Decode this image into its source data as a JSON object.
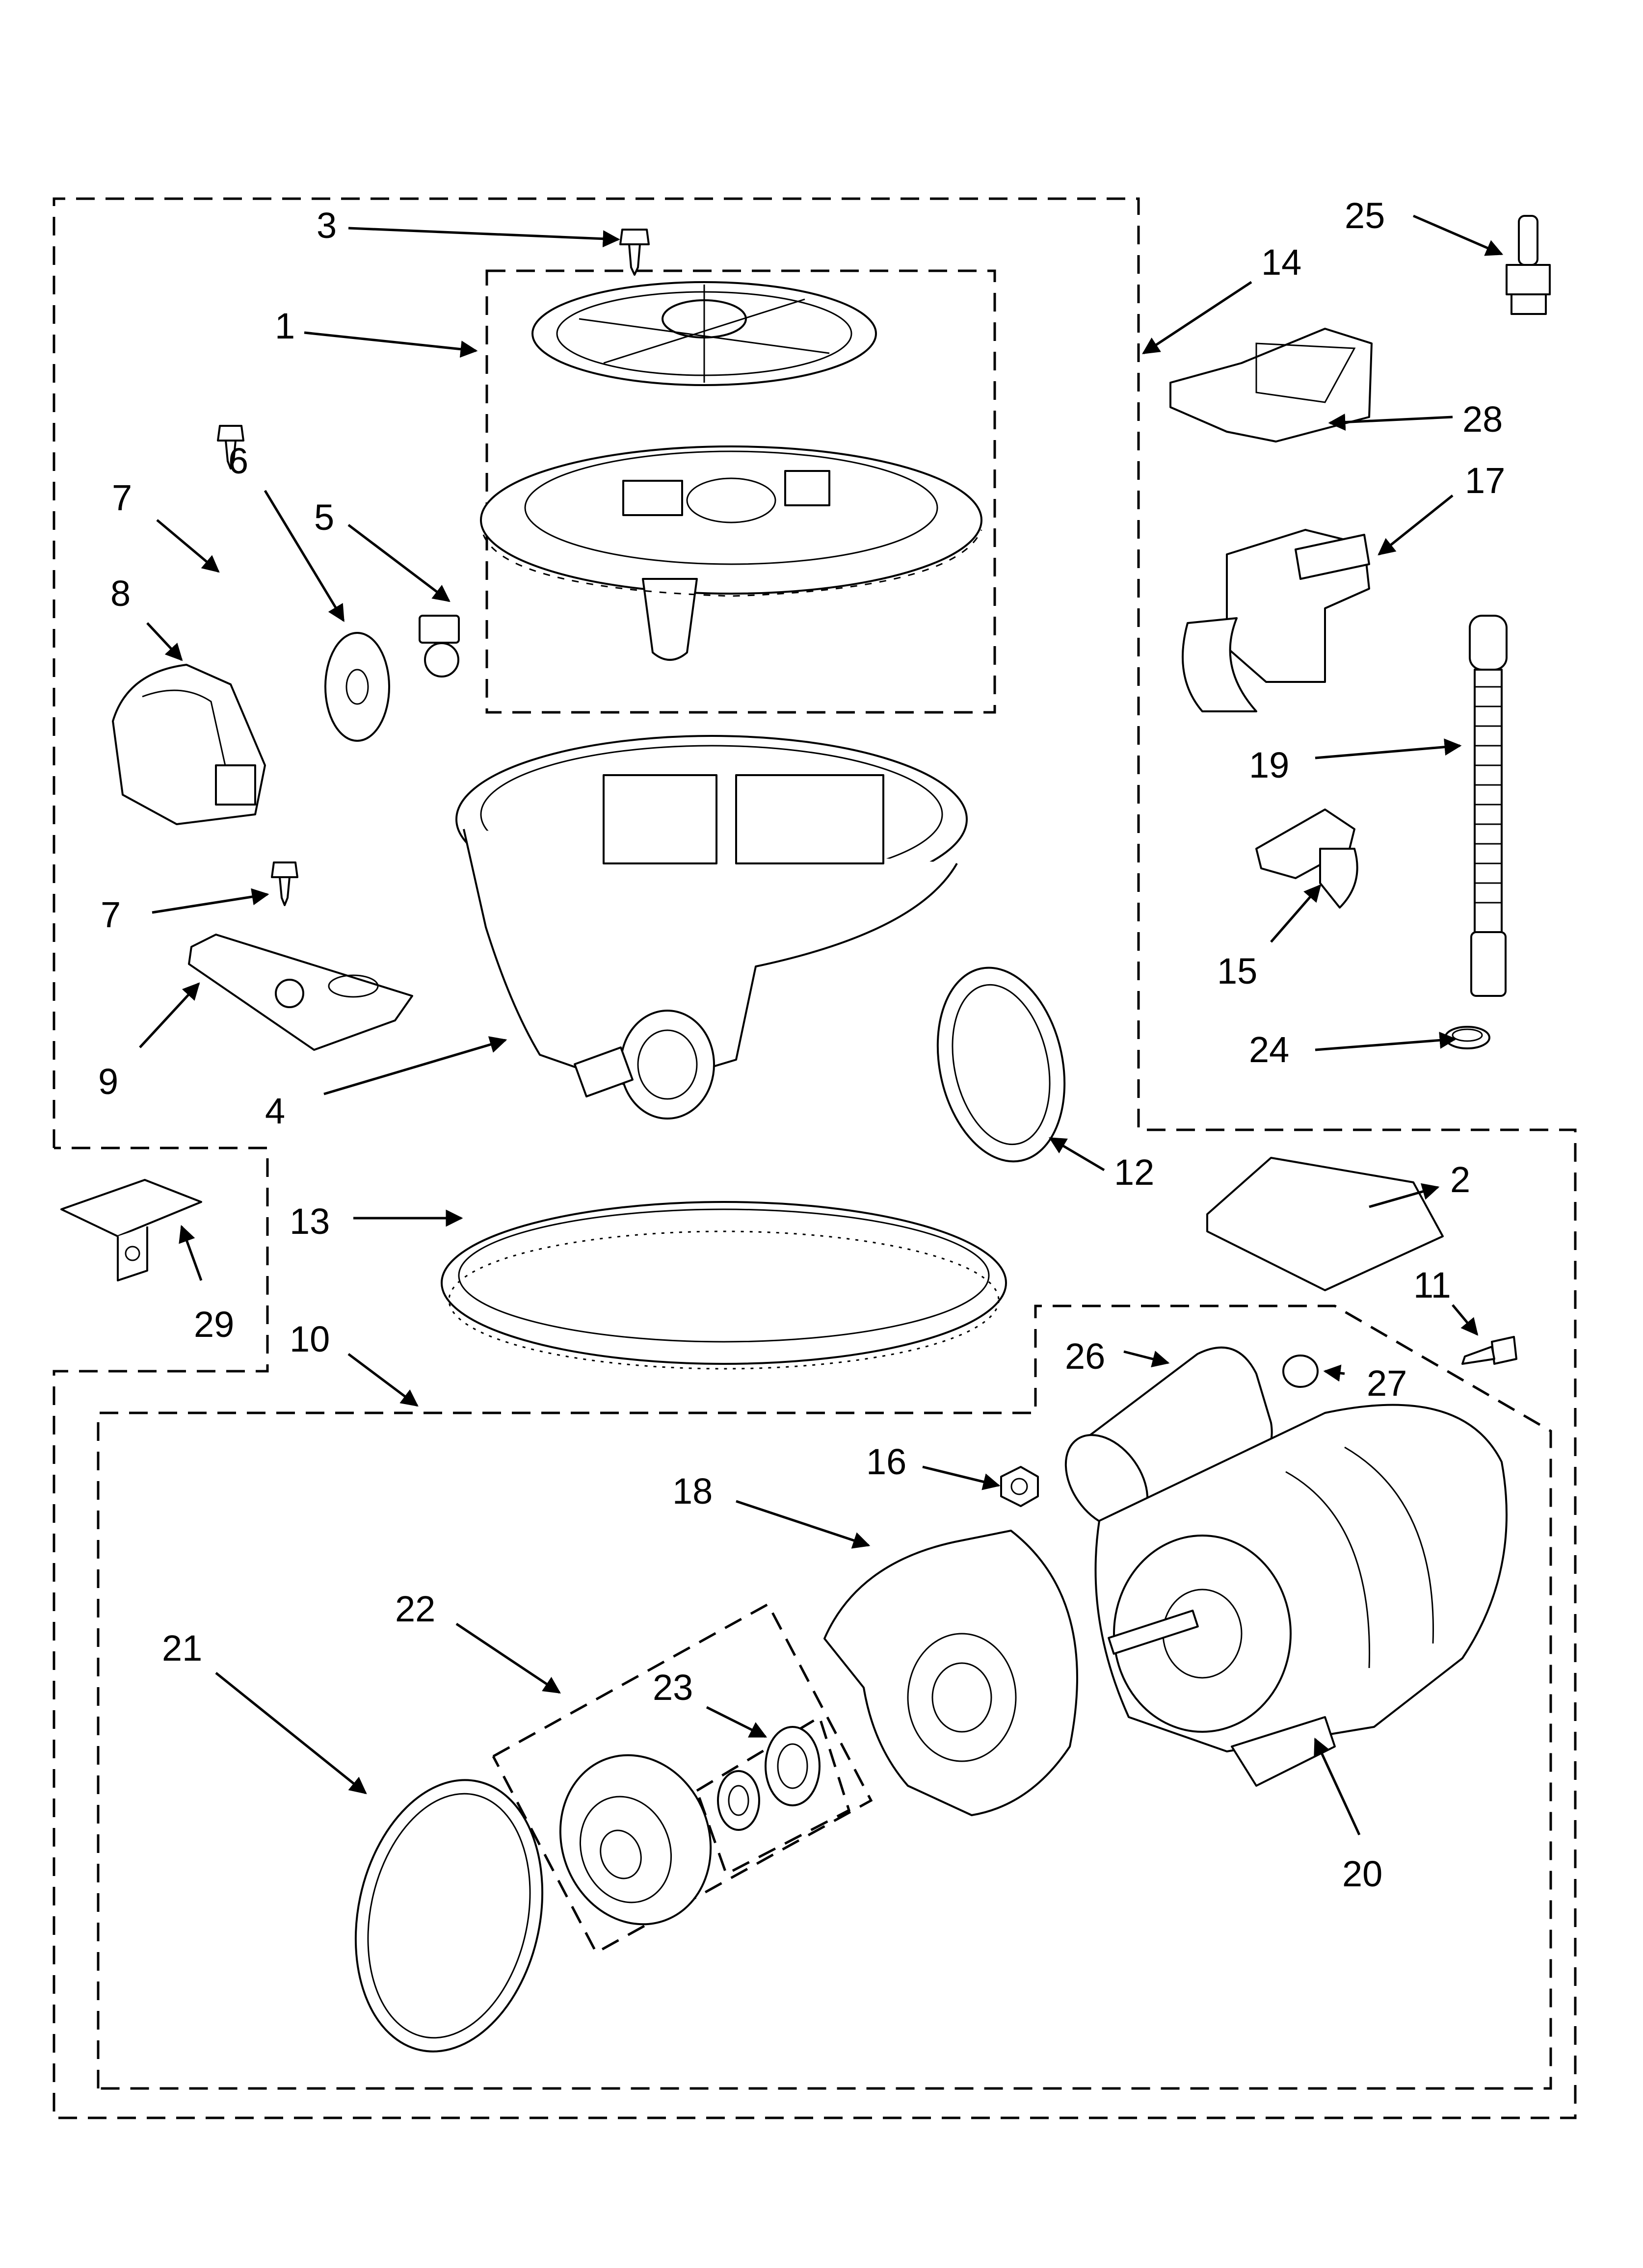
{
  "callouts": {
    "c1": "1",
    "c2": "2",
    "c3": "3",
    "c4": "4",
    "c5": "5",
    "c6": "6",
    "c7a": "7",
    "c7b": "7",
    "c8": "8",
    "c9": "9",
    "c10": "10",
    "c11": "11",
    "c12": "12",
    "c13": "13",
    "c14": "14",
    "c15": "15",
    "c16": "16",
    "c17": "17",
    "c18": "18",
    "c19": "19",
    "c20": "20",
    "c21": "21",
    "c22": "22",
    "c23": "23",
    "c24": "24",
    "c25": "25",
    "c26": "26",
    "c27": "27",
    "c28": "28",
    "c29": "29"
  }
}
